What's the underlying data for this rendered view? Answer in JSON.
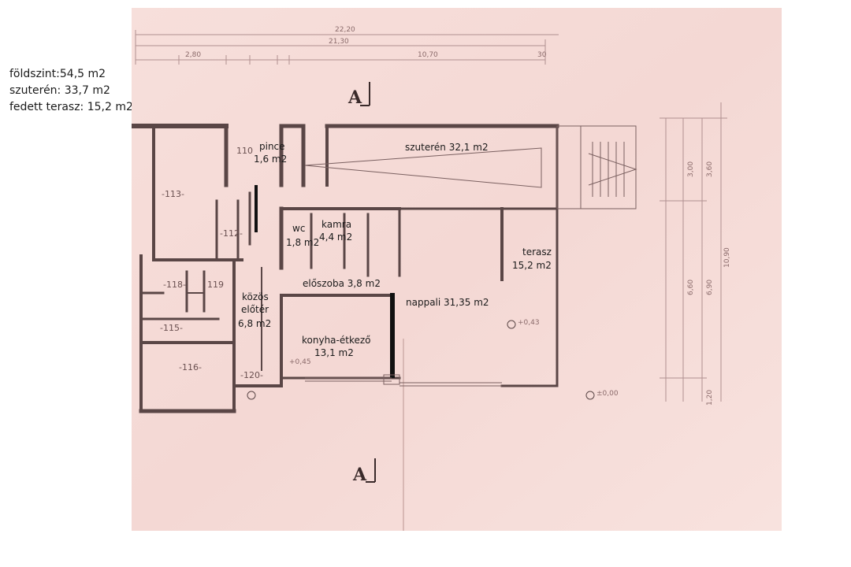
{
  "summary": {
    "ground_floor": "földszint:54,5 m2",
    "basement": "szuterén: 33,7 m2",
    "covered_terrace": "fedett terasz: 15,2 m2"
  },
  "plan": {
    "section_marks": {
      "top": "A",
      "bottom": "A"
    },
    "top_dimensions": {
      "overall": "22,20",
      "inner": "21,30",
      "segment_a": "2,80",
      "segment_b": "10,70",
      "segment_c": "30"
    },
    "right_dimensions": {
      "total": "10,90",
      "upper_a": "3,00",
      "upper_b": "3,60",
      "mid_a": "6,60",
      "mid_b": "6,90",
      "bottom": "1,20"
    },
    "room_numbers": {
      "r113": "-113-",
      "r112": "-112-",
      "r118": "-118-",
      "r119": "119",
      "r115": "-115-",
      "r116": "-116-",
      "r120": "-120-",
      "r110": "110"
    },
    "levels": {
      "a": "±0,00",
      "b": "+0,43",
      "c": "+0,45"
    },
    "rooms": {
      "pince_name": "pince",
      "pince_area": "1,6 m2",
      "szuteren": "szuterén 32,1 m2",
      "wc_name": "wc",
      "wc_area": "1,8 m2",
      "kamra_name": "kamra",
      "kamra_area": "4,4 m2",
      "terasz_name": "terasz",
      "terasz_area": "15,2 m2",
      "eloszoba": "előszoba 3,8 m2",
      "nappali": "nappali 31,35 m2",
      "kozos_1": "közös",
      "kozos_2": "előtér",
      "kozos_3": "6,8 m2",
      "konyha_name": "konyha-étkező",
      "konyha_area": "13,1 m2"
    }
  },
  "colors": {
    "paper": "#f6dcd8",
    "ink": "#5a4646",
    "label": "#1a1a1a"
  }
}
